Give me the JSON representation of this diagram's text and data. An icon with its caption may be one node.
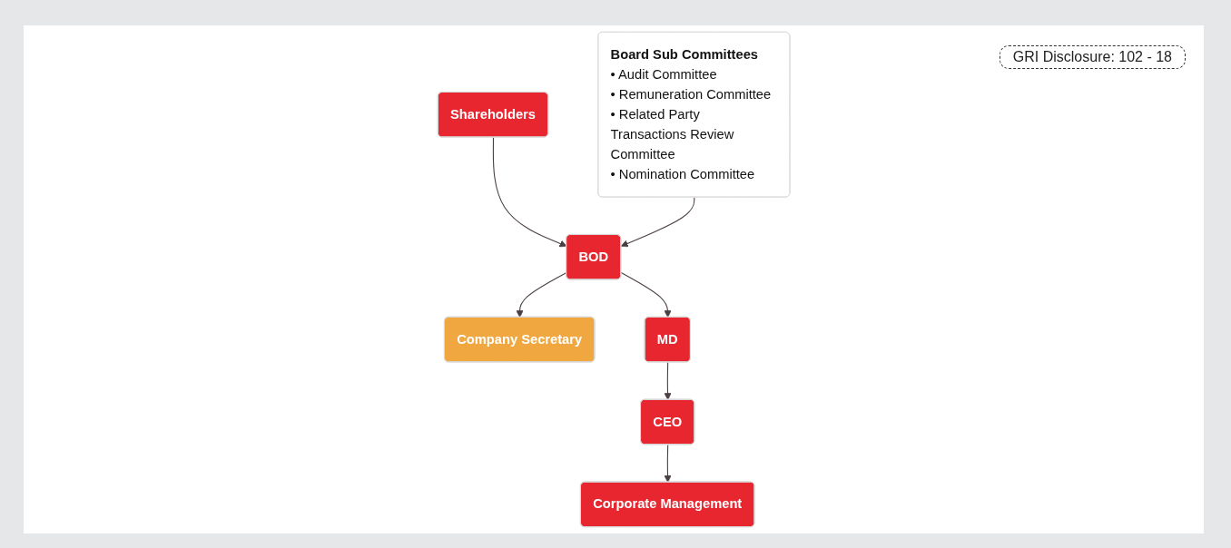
{
  "diagram": {
    "nodes": [
      {
        "text": [
          "Shareholders"
        ]
      },
      {
        "text": [
          "Board Sub Committees",
          "• Audit Committee",
          "• Remuneration Committee",
          "• Related Party Transactions Review Committee",
          "• Nomination Committee"
        ]
      },
      {
        "text": [
          "BOD"
        ]
      },
      {
        "text": [
          "Company Secretary"
        ]
      },
      {
        "text": [
          "MD"
        ]
      },
      {
        "text": [
          "CEO"
        ]
      },
      {
        "text": [
          "Corporate Management"
        ]
      }
    ],
    "edges": [
      {
        "from": 0,
        "to": 2,
        "arrow": "to"
      },
      {
        "from": 1,
        "to": 2,
        "arrow": "to"
      },
      {
        "from": 2,
        "to": 3,
        "arrow": "to"
      },
      {
        "from": 2,
        "to": 4,
        "arrow": "to"
      },
      {
        "from": 4,
        "to": 5,
        "arrow": "to"
      },
      {
        "from": 5,
        "to": 6,
        "arrow": "to"
      }
    ],
    "labels": [
      "GRI Disclosure: 102 - 18"
    ]
  }
}
